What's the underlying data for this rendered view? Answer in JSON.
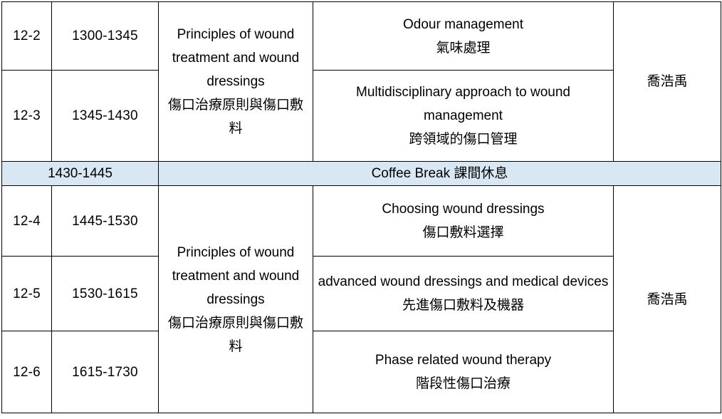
{
  "block_a": {
    "topic": {
      "en": "Principles of wound treatment and wound dressings",
      "zh": "傷口治療原則與傷口敷料"
    },
    "instructor": "喬浩禹",
    "sessions": [
      {
        "id": "12-2",
        "time": "1300-1345",
        "title_en": "Odour management",
        "title_zh": "氣味處理"
      },
      {
        "id": "12-3",
        "time": "1345-1430",
        "title_en": "Multidisciplinary approach to wound management",
        "title_zh": "跨領域的傷口管理"
      }
    ]
  },
  "break": {
    "time": "1430-1445",
    "label": "Coffee Break 課間休息"
  },
  "block_b": {
    "topic": {
      "en": "Principles of wound treatment and wound dressings",
      "zh": "傷口治療原則與傷口敷料"
    },
    "instructor": "喬浩禹",
    "sessions": [
      {
        "id": "12-4",
        "time": "1445-1530",
        "title_en": "Choosing wound dressings",
        "title_zh": "傷口敷料選擇"
      },
      {
        "id": "12-5",
        "time": "1530-1615",
        "title_en": "advanced wound dressings and medical devices",
        "title_zh": "先進傷口敷料及機器"
      },
      {
        "id": "12-6",
        "time": "1615-1730",
        "title_en": "Phase related wound therapy",
        "title_zh": "階段性傷口治療"
      }
    ]
  }
}
